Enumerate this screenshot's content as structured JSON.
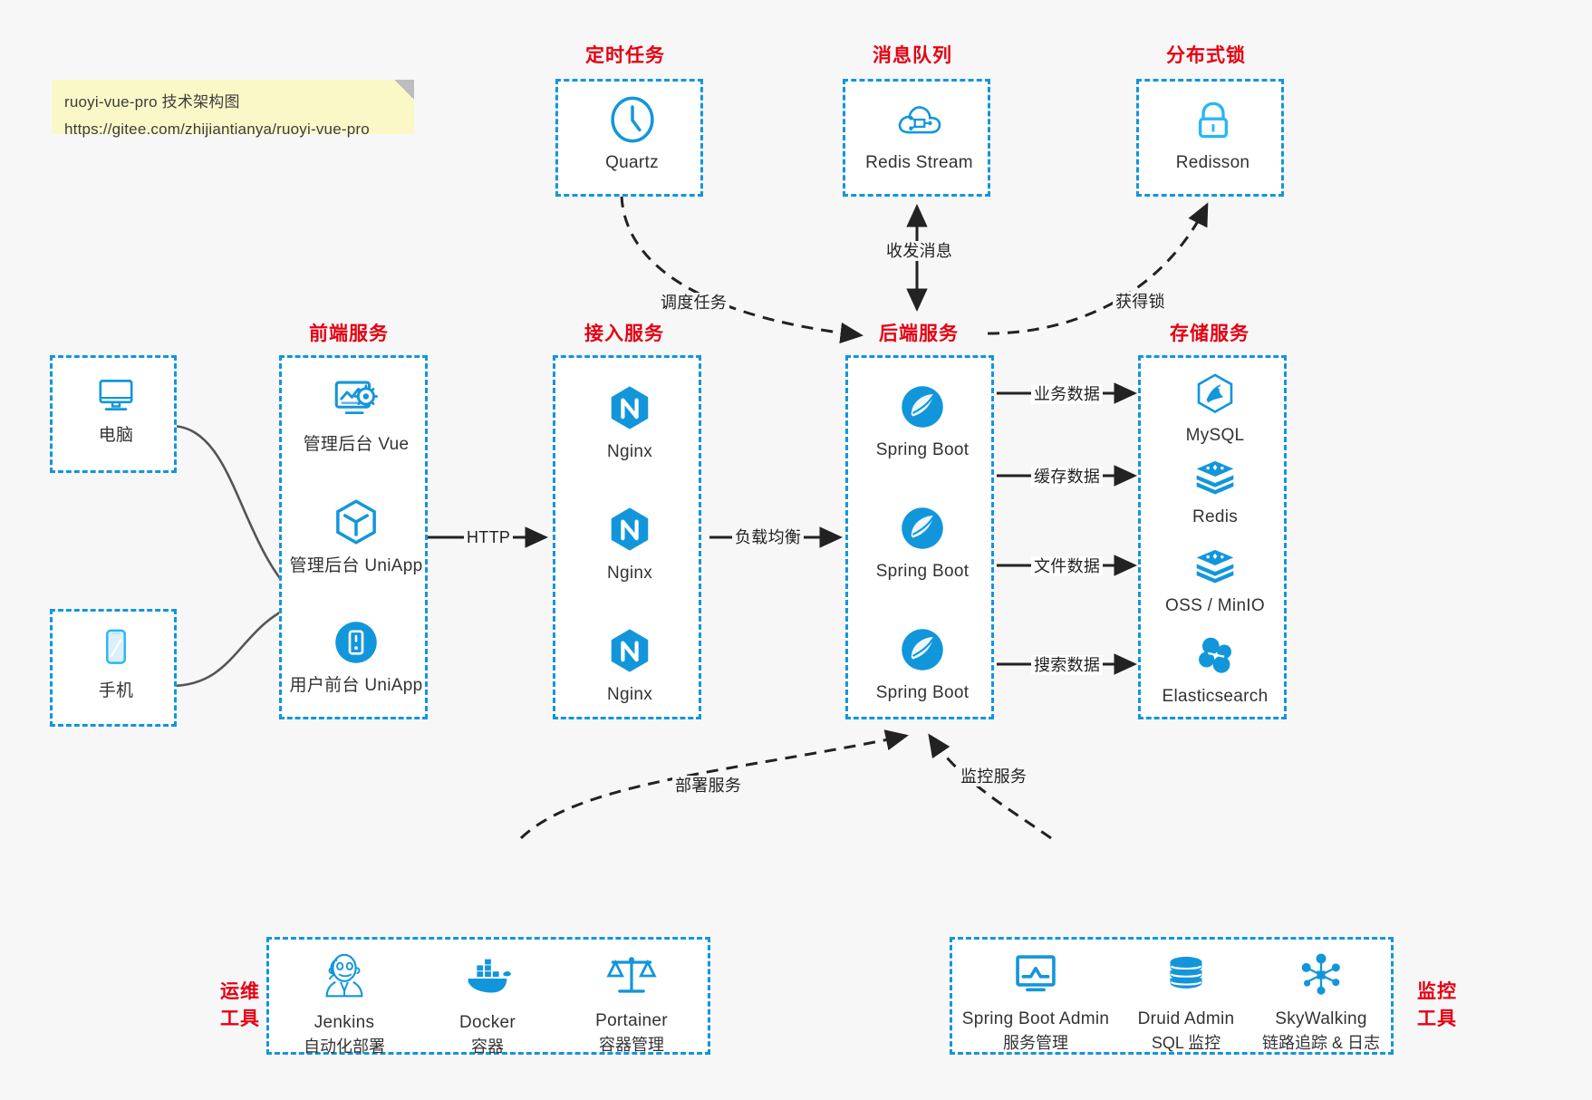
{
  "note": {
    "line1": "ruoyi-vue-pro 技术架构图",
    "line2": "https://gitee.com/zhijiantianya/ruoyi-vue-pro"
  },
  "colors": {
    "accent_blue": "#1296db",
    "group_label_red": "#e60012",
    "background": "#f7f7f7",
    "note_yellow": "#fbf8c8",
    "edge_solid": "#222222",
    "edge_curve_gray": "#555555"
  },
  "groups": {
    "scheduled_task": {
      "label": "定时任务",
      "nodes": [
        {
          "name": "Quartz",
          "icon": "clock-icon"
        }
      ]
    },
    "message_queue": {
      "label": "消息队列",
      "nodes": [
        {
          "name": "Redis Stream",
          "icon": "cloud-stream-icon"
        }
      ]
    },
    "distributed_lock": {
      "label": "分布式锁",
      "nodes": [
        {
          "name": "Redisson",
          "icon": "lock-icon"
        }
      ]
    },
    "clients": {
      "nodes": [
        {
          "name": "电脑",
          "icon": "desktop-monitor-icon"
        },
        {
          "name": "手机",
          "icon": "mobile-phone-icon"
        }
      ]
    },
    "frontend": {
      "label": "前端服务",
      "nodes": [
        {
          "name": "管理后台 Vue",
          "icon": "dashboard-gear-icon"
        },
        {
          "name": "管理后台 UniApp",
          "icon": "hexagon-cube-icon"
        },
        {
          "name": "用户前台 UniApp",
          "icon": "app-circle-icon"
        }
      ]
    },
    "gateway": {
      "label": "接入服务",
      "nodes": [
        {
          "name": "Nginx",
          "icon": "nginx-icon"
        },
        {
          "name": "Nginx",
          "icon": "nginx-icon"
        },
        {
          "name": "Nginx",
          "icon": "nginx-icon"
        }
      ]
    },
    "backend": {
      "label": "后端服务",
      "nodes": [
        {
          "name": "Spring Boot",
          "icon": "spring-leaf-icon"
        },
        {
          "name": "Spring Boot",
          "icon": "spring-leaf-icon"
        },
        {
          "name": "Spring Boot",
          "icon": "spring-leaf-icon"
        }
      ]
    },
    "storage": {
      "label": "存储服务",
      "nodes": [
        {
          "name": "MySQL",
          "icon": "mysql-dolphin-icon"
        },
        {
          "name": "Redis",
          "icon": "redis-stack-icon"
        },
        {
          "name": "OSS / MinIO",
          "icon": "redis-stack-icon"
        },
        {
          "name": "Elasticsearch",
          "icon": "elasticsearch-icon"
        }
      ]
    },
    "ops_tools": {
      "label": "运维\n工具",
      "label_line1": "运维",
      "label_line2": "工具",
      "nodes": [
        {
          "name": "Jenkins",
          "desc": "自动化部署",
          "icon": "jenkins-butler-icon"
        },
        {
          "name": "Docker",
          "desc": "容器",
          "icon": "docker-whale-icon"
        },
        {
          "name": "Portainer",
          "desc": "容器管理",
          "icon": "scales-balance-icon"
        }
      ]
    },
    "monitor_tools": {
      "label_line1": "监控",
      "label_line2": "工具",
      "nodes": [
        {
          "name": "Spring Boot Admin",
          "desc": "服务管理",
          "icon": "monitor-chart-icon"
        },
        {
          "name": "Druid Admin",
          "desc": "SQL 监控",
          "icon": "database-cylinder-icon"
        },
        {
          "name": "SkyWalking",
          "desc": "链路追踪 & 日志",
          "icon": "node-network-icon"
        }
      ]
    }
  },
  "edges": [
    {
      "id": "frontend-to-gateway",
      "label": "HTTP",
      "style": "solid-arrow"
    },
    {
      "id": "gateway-to-backend",
      "label": "负载均衡",
      "style": "solid-arrow"
    },
    {
      "id": "quartz-to-backend",
      "label": "调度任务",
      "style": "dashed-arrow"
    },
    {
      "id": "backend-to-mq",
      "label": "收发消息",
      "style": "dashed-double-arrow"
    },
    {
      "id": "backend-to-lock",
      "label": "获得锁",
      "style": "dashed-arrow"
    },
    {
      "id": "backend-to-mysql",
      "label": "业务数据",
      "style": "solid-arrow"
    },
    {
      "id": "backend-to-redis",
      "label": "缓存数据",
      "style": "solid-arrow"
    },
    {
      "id": "backend-to-oss",
      "label": "文件数据",
      "style": "solid-arrow"
    },
    {
      "id": "backend-to-es",
      "label": "搜索数据",
      "style": "solid-arrow"
    },
    {
      "id": "ops-to-backend",
      "label": "部署服务",
      "style": "dashed-arrow"
    },
    {
      "id": "monitor-to-backend",
      "label": "监控服务",
      "style": "dashed-arrow"
    },
    {
      "id": "pc-to-frontend",
      "label": "",
      "style": "curve-arrow"
    },
    {
      "id": "phone-to-frontend",
      "label": "",
      "style": "curve-arrow"
    }
  ]
}
